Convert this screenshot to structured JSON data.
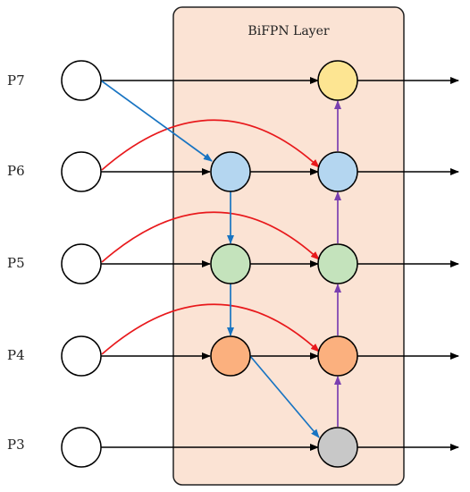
{
  "title": "BiFPN Layer",
  "levels": [
    {
      "id": "p7",
      "label": "P7"
    },
    {
      "id": "p6",
      "label": "P6"
    },
    {
      "id": "p5",
      "label": "P5"
    },
    {
      "id": "p4",
      "label": "P4"
    },
    {
      "id": "p3",
      "label": "P3"
    }
  ],
  "colors": {
    "panel_fill": "#fbe3d4",
    "panel_stroke": "#222222",
    "node_input": "#ffffff",
    "node_p7": "#fde592",
    "node_p6": "#b4d6f0",
    "node_p5": "#c4e3bc",
    "node_p4": "#fbb07e",
    "node_p3": "#c8c8c8",
    "arrow_black": "#000000",
    "arrow_blue": "#1874c2",
    "arrow_red": "#e8191c",
    "arrow_purple": "#7a3fb0"
  }
}
